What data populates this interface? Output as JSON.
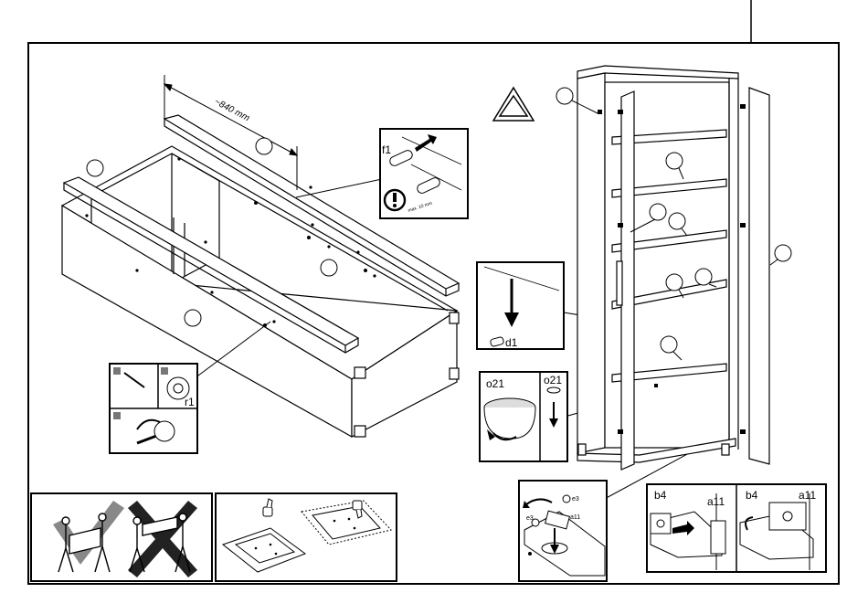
{
  "dimension_label": "~840 mm",
  "parts": {
    "f1": "f1",
    "d1": "d1",
    "r1": "r1",
    "o21_a": "o21",
    "o21_b": "o21",
    "e3_a": "e3",
    "e3_b": "e3",
    "a11_small": "a11",
    "b4_a": "b4",
    "a11_a": "a11",
    "b4_b": "b4",
    "a11_b": "a11"
  },
  "tiny_note": "max. 10 mm",
  "icons": {
    "warning": "exclamation-icon",
    "triangle": "triangle-icon",
    "thumbs_up": "thumbs-up-icon",
    "thumbs_down": "thumbs-down-icon"
  }
}
